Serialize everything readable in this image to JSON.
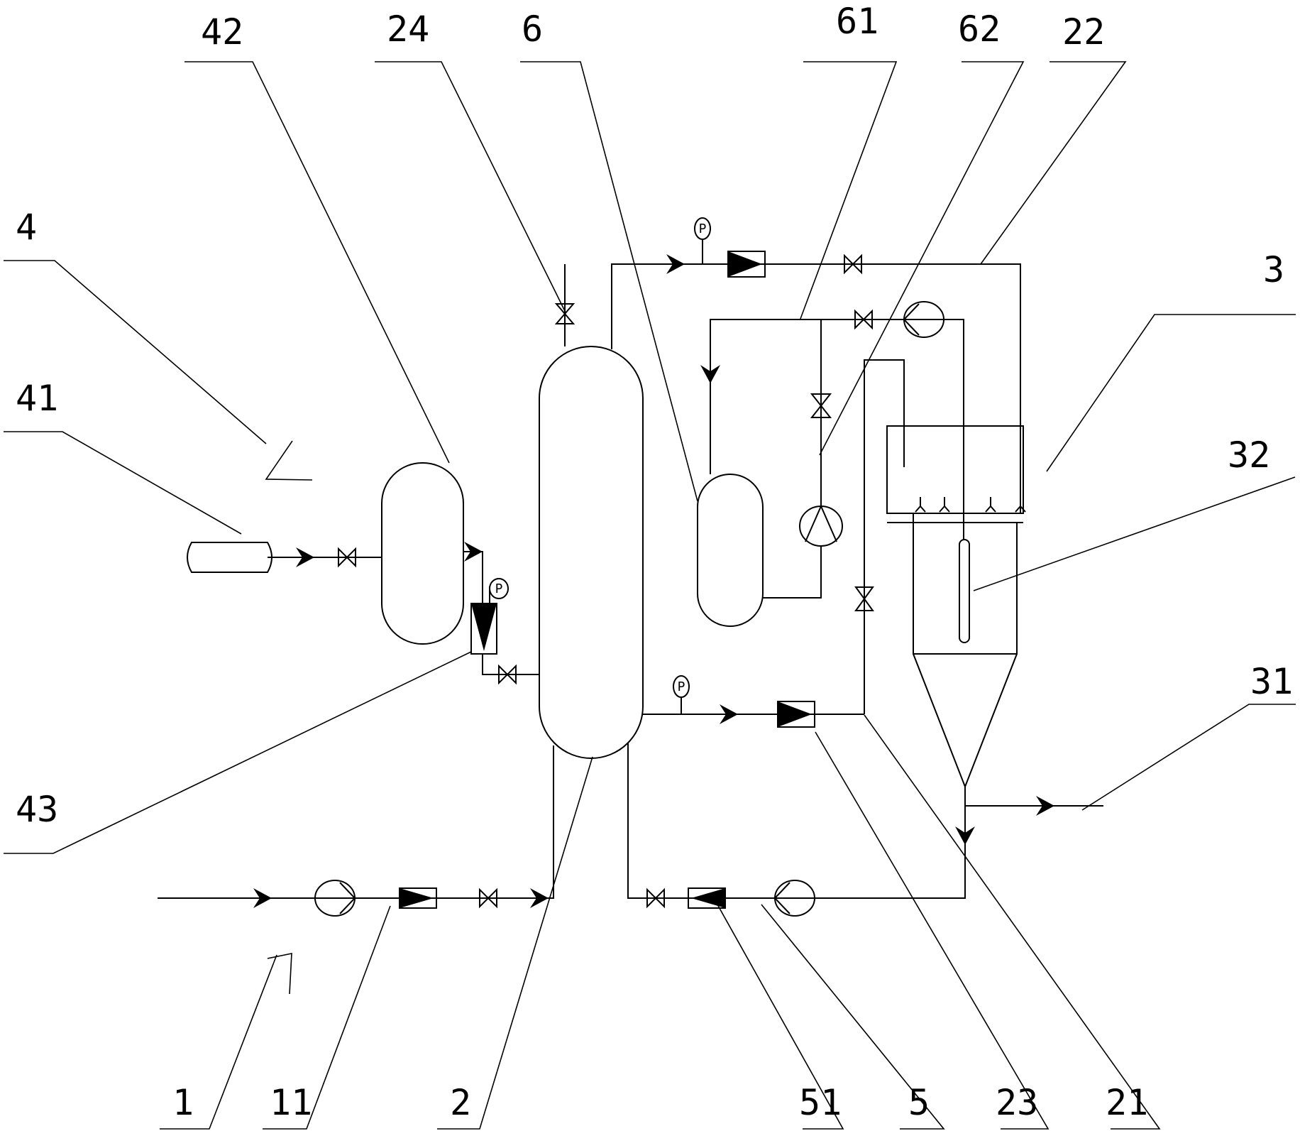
{
  "labels": {
    "l42": "42",
    "l24": "24",
    "l6": "6",
    "l61": "61",
    "l62": "62",
    "l22": "22",
    "l4": "4",
    "l3": "3",
    "l41": "41",
    "l32": "32",
    "l43": "43",
    "l31": "31",
    "l1": "1",
    "l11": "11",
    "l2": "2",
    "l51": "51",
    "l5": "5",
    "l23": "23",
    "l21": "21"
  },
  "gauge_letter": "P",
  "colors": {
    "line": "#000000",
    "background": "#ffffff"
  }
}
